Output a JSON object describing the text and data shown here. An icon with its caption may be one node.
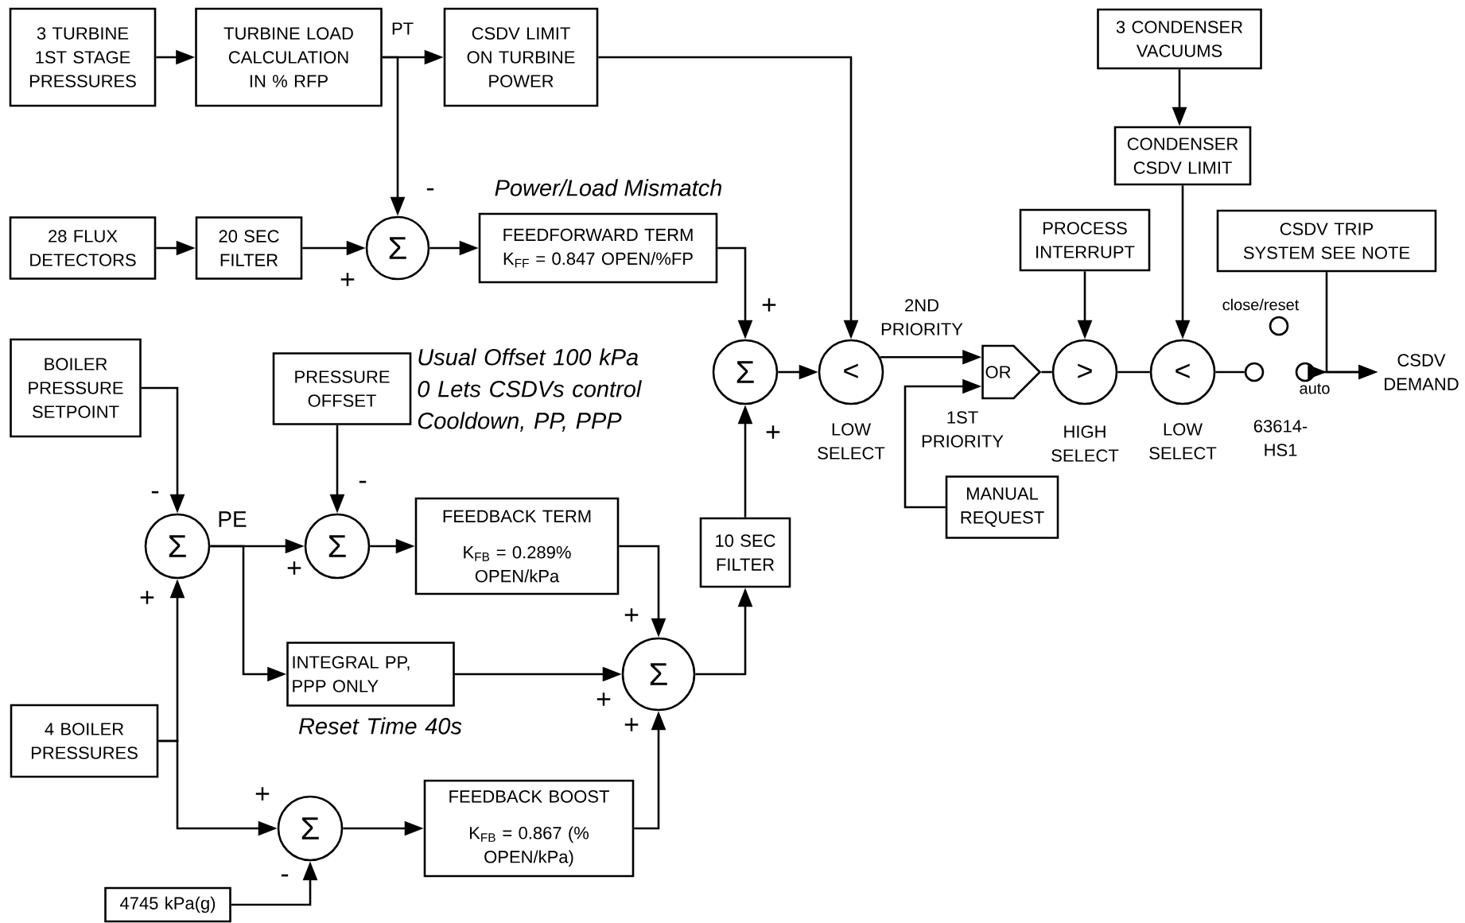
{
  "diagram": {
    "nodes": [
      {
        "text": [
          "3 TURBINE 1ST STAGE PRESSURES"
        ]
      },
      {
        "text": [
          "TURBINE LOAD CALCULATION IN % RFP"
        ]
      },
      {
        "text": [
          "CSDV LIMIT ON TURBINE POWER"
        ]
      },
      {
        "text": [
          "3 CONDENSER VACUUMS"
        ]
      },
      {
        "text": [
          "28 FLUX DETECTORS"
        ]
      },
      {
        "text": [
          "20 SEC FILTER"
        ]
      },
      {
        "text": [
          "Σ"
        ]
      },
      {
        "text": [
          "FEEDFORWARD TERM",
          "K$_{FF}$ = 0.847 OPEN/%FP"
        ]
      },
      {
        "text": [
          "CONDENSER CSDV LIMIT"
        ]
      },
      {
        "text": [
          "PROCESS INTERRUPT"
        ]
      },
      {
        "text": [
          "CSDV TRIP SYSTEM SEE NOTE"
        ]
      },
      {
        "text": [
          "BOILER PRESSURE SETPOINT"
        ]
      },
      {
        "text": [
          "PRESSURE OFFSET"
        ]
      },
      {
        "text": [
          "Σ"
        ]
      },
      {
        "text": [
          "<"
        ],
        "beside": [
          "LOW SELECT"
        ]
      },
      {
        "text": [
          "OR"
        ]
      },
      {
        "text": [
          ">"
        ],
        "beside": [
          "HIGH SELECT"
        ]
      },
      {
        "text": [
          "<"
        ],
        "beside": [
          "LOW SELECT"
        ]
      },
      {
        "text": [
          "Σ"
        ]
      },
      {
        "text": [
          "Σ"
        ]
      },
      {
        "text": [
          "FEEDBACK TERM",
          "K$_{FB}$ = 0.289% OPEN/kPa"
        ]
      },
      {
        "text": [
          "10 SEC FILTER"
        ]
      },
      {
        "text": [
          "MANUAL REQUEST"
        ]
      },
      {
        "text": [
          "INTEGRAL PP, PPP ONLY"
        ],
        "beside": [
          "Reset Time 40s"
        ]
      },
      {
        "text": [
          "Σ"
        ]
      },
      {
        "text": [
          "4 BOILER PRESSURES"
        ]
      },
      {
        "text": [
          "Σ"
        ]
      },
      {
        "text": [
          "FEEDBACK BOOST",
          "K$_{FB}$ = 0.867 (% OPEN/kPa)"
        ]
      },
      {
        "text": [
          "4745 kPa(g)"
        ]
      },
      {
        "text": [],
        "shape": "circle"
      },
      {
        "text": [],
        "shape": "circle"
      },
      {
        "text": [],
        "shape": "circle"
      },
      {
        "text": [
          "CSDV DEMAND"
        ]
      }
    ],
    "edges": [
      {
        "from": 0,
        "to": 1,
        "arrow": "to"
      },
      {
        "from": 1,
        "to": 2,
        "arrow": "to"
      },
      {
        "from": 1,
        "to": 6,
        "arrow": "to"
      },
      {
        "from": 4,
        "to": 5,
        "arrow": "to"
      },
      {
        "from": 5,
        "to": 6,
        "arrow": "to"
      },
      {
        "from": 6,
        "to": 7,
        "arrow": "to"
      },
      {
        "from": 7,
        "to": 13,
        "arrow": "to"
      },
      {
        "from": 2,
        "to": 14,
        "arrow": "to"
      },
      {
        "from": 13,
        "to": 14,
        "arrow": "to"
      },
      {
        "from": 14,
        "to": 15,
        "arrow": "to",
        "label": "2ND PRIORITY"
      },
      {
        "from": 22,
        "to": 15,
        "arrow": "to",
        "label": "1ST PRIORITY"
      },
      {
        "from": 15,
        "to": 16,
        "arrow": "none"
      },
      {
        "from": 16,
        "to": 17,
        "arrow": "none"
      },
      {
        "from": 3,
        "to": 8,
        "arrow": "to"
      },
      {
        "from": 8,
        "to": 17,
        "arrow": "to"
      },
      {
        "from": 9,
        "to": 16,
        "arrow": "to"
      },
      {
        "from": 17,
        "to": 29,
        "arrow": "none"
      },
      {
        "from": 31,
        "to": 32,
        "arrow": "to"
      },
      {
        "from": 10,
        "to": 32,
        "arrow": "to"
      },
      {
        "from": 11,
        "to": 18,
        "arrow": "to"
      },
      {
        "from": 12,
        "to": 19,
        "arrow": "to"
      },
      {
        "from": 18,
        "to": 19,
        "arrow": "to"
      },
      {
        "from": 19,
        "to": 20,
        "arrow": "to"
      },
      {
        "from": 18,
        "to": 23,
        "arrow": "to"
      },
      {
        "from": 20,
        "to": 24,
        "arrow": "to"
      },
      {
        "from": 23,
        "to": 24,
        "arrow": "to"
      },
      {
        "from": 24,
        "to": 21,
        "arrow": "to"
      },
      {
        "from": 21,
        "to": 13,
        "arrow": "to"
      },
      {
        "from": 25,
        "to": 18,
        "arrow": "to"
      },
      {
        "from": 25,
        "to": 26,
        "arrow": "to"
      },
      {
        "from": 28,
        "to": 26,
        "arrow": "to"
      },
      {
        "from": 26,
        "to": 27,
        "arrow": "to"
      },
      {
        "from": 27,
        "to": 24,
        "arrow": "to"
      }
    ],
    "labels": [
      "PT",
      "-",
      "Power/Load Mismatch",
      "+",
      "+",
      "close/reset",
      "Usual Offset 100 kPa 0 Lets CSDVs control Cooldown, PP, PPP",
      "auto",
      "+",
      "63614- HS1",
      "-",
      "-",
      "PE",
      "+",
      "+",
      "+",
      "+",
      "+",
      "+",
      "-"
    ]
  }
}
